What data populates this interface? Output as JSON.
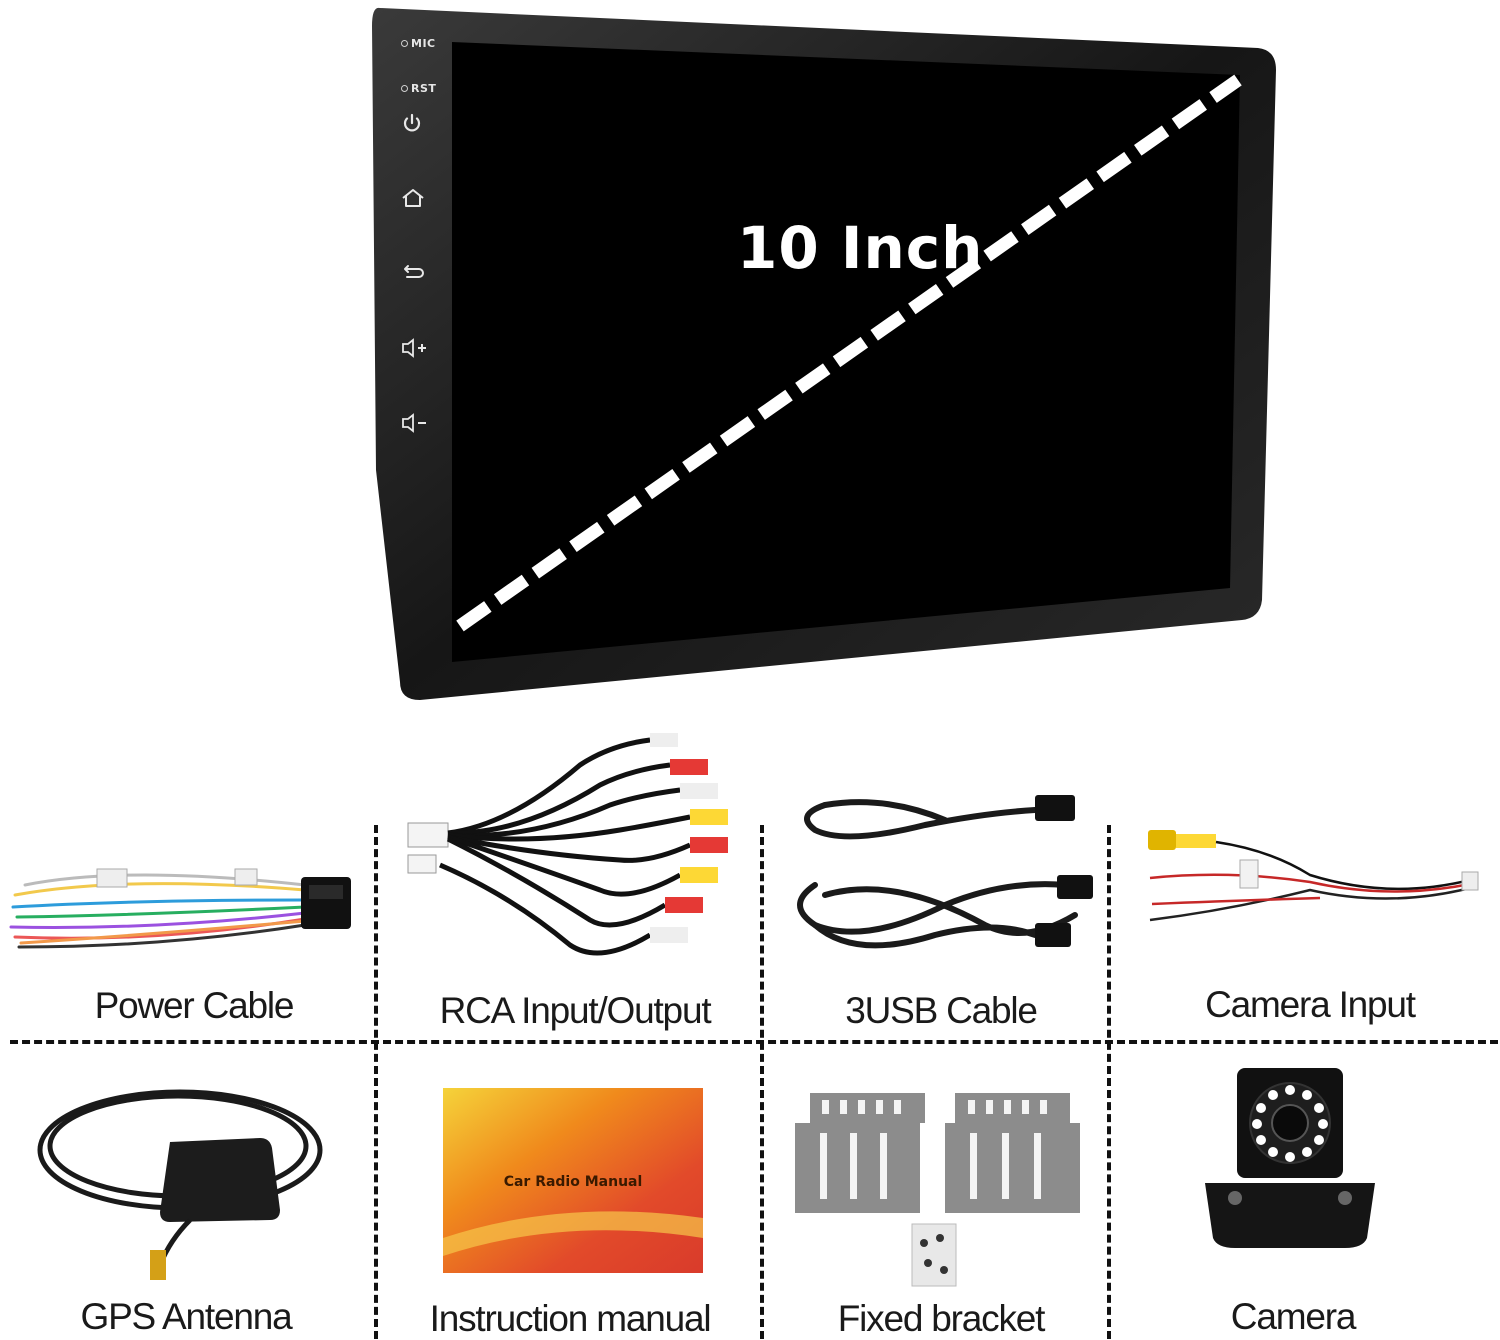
{
  "device": {
    "screen_size_label": "10 Inch",
    "side_labels": {
      "mic": "MIC",
      "rst": "RST"
    },
    "side_buttons": [
      "power-icon",
      "home-icon",
      "back-icon",
      "volume-up-icon",
      "volume-down-icon"
    ]
  },
  "accessories": [
    {
      "label": "Power Cable"
    },
    {
      "label": "RCA Input/Output"
    },
    {
      "label": "3USB  Cable"
    },
    {
      "label": "Camera  Input"
    },
    {
      "label": "GPS Antenna"
    },
    {
      "label": "Instruction manual",
      "manual_title": "Car Radio Manual"
    },
    {
      "label": "Fixed bracket"
    },
    {
      "label": "Camera"
    }
  ],
  "colors": {
    "bezel": "#1b1b1b",
    "screen": "#000000",
    "diagonal": "#ffffff",
    "divider": "#111111"
  }
}
